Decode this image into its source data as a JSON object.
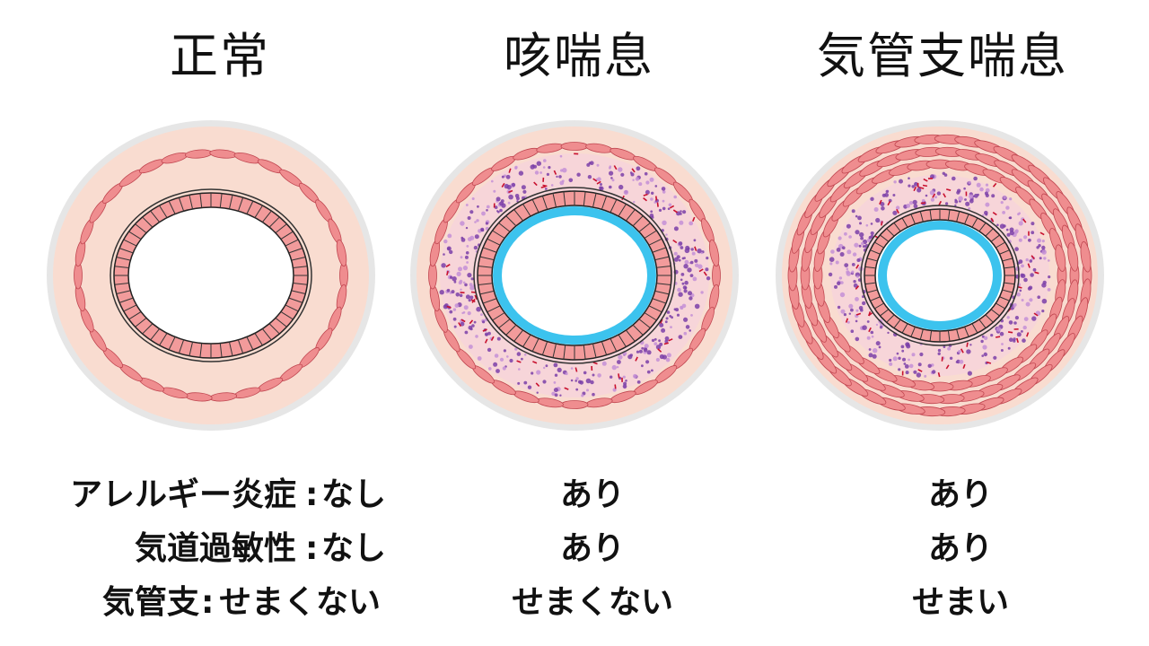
{
  "titles": {
    "normal": "正常",
    "cough_asthma": "咳喘息",
    "bronchial_asthma": "気管支喘息"
  },
  "labels": {
    "allergy": "アレルギー炎症",
    "hyperresponsiveness": "気道過敏性",
    "bronchus": "気管支",
    "colon": ":"
  },
  "values": {
    "normal": {
      "allergy": "なし",
      "hyperresponsiveness": "なし",
      "bronchus": "せまくない"
    },
    "cough_asthma": {
      "allergy": "あり",
      "hyperresponsiveness": "あり",
      "bronchus": "せまくない"
    },
    "bronchial_asthma": {
      "allergy": "あり",
      "hyperresponsiveness": "あり",
      "bronchus": "せまい"
    }
  },
  "colors": {
    "tissue": "#f9dcd0",
    "outer_ring": "#e6e6e6",
    "muscle": "#ef8d8f",
    "muscle_stroke": "#c04650",
    "epithelium": "#f29b9b",
    "mucus": "#3cc3ee",
    "eosinophil": "#7b3fa8",
    "inflammation": "#c8102e"
  }
}
